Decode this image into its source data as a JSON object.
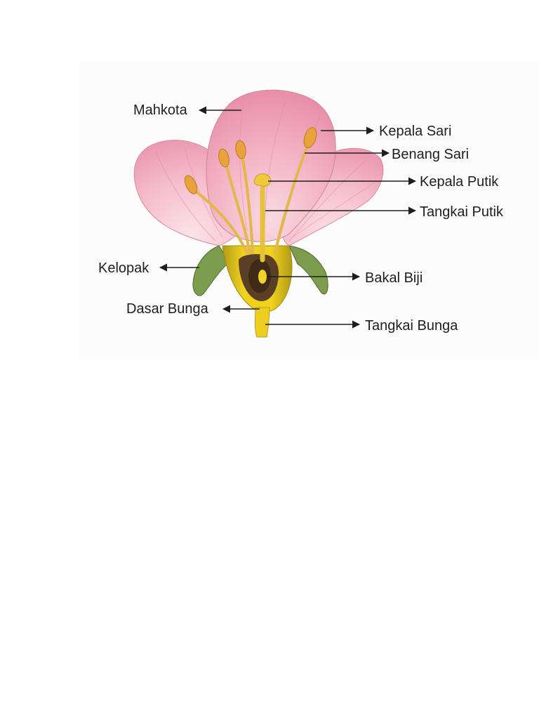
{
  "diagram": {
    "labels": {
      "mahkota": "Mahkota",
      "kepala_sari": "Kepala Sari",
      "benang_sari": "Benang Sari",
      "kepala_putik": "Kepala Putik",
      "tangkai_putik": "Tangkai Putik",
      "kelopak": "Kelopak",
      "bakal_biji": "Bakal Biji",
      "dasar_bunga": "Dasar Bunga",
      "tangkai_bunga": "Tangkai Bunga"
    },
    "colors": {
      "petal": "#f4b6c6",
      "petal_vein": "#e58aa3",
      "petal_edge": "#d77e97",
      "sepal": "#6f8f45",
      "sepal_dark": "#4f6b2e",
      "receptacle": "#e8c51a",
      "stalk": "#d9b43a",
      "anther": "#e9a33a",
      "ovary_dark": "#4a3320",
      "label": "#1e1e1e"
    }
  }
}
